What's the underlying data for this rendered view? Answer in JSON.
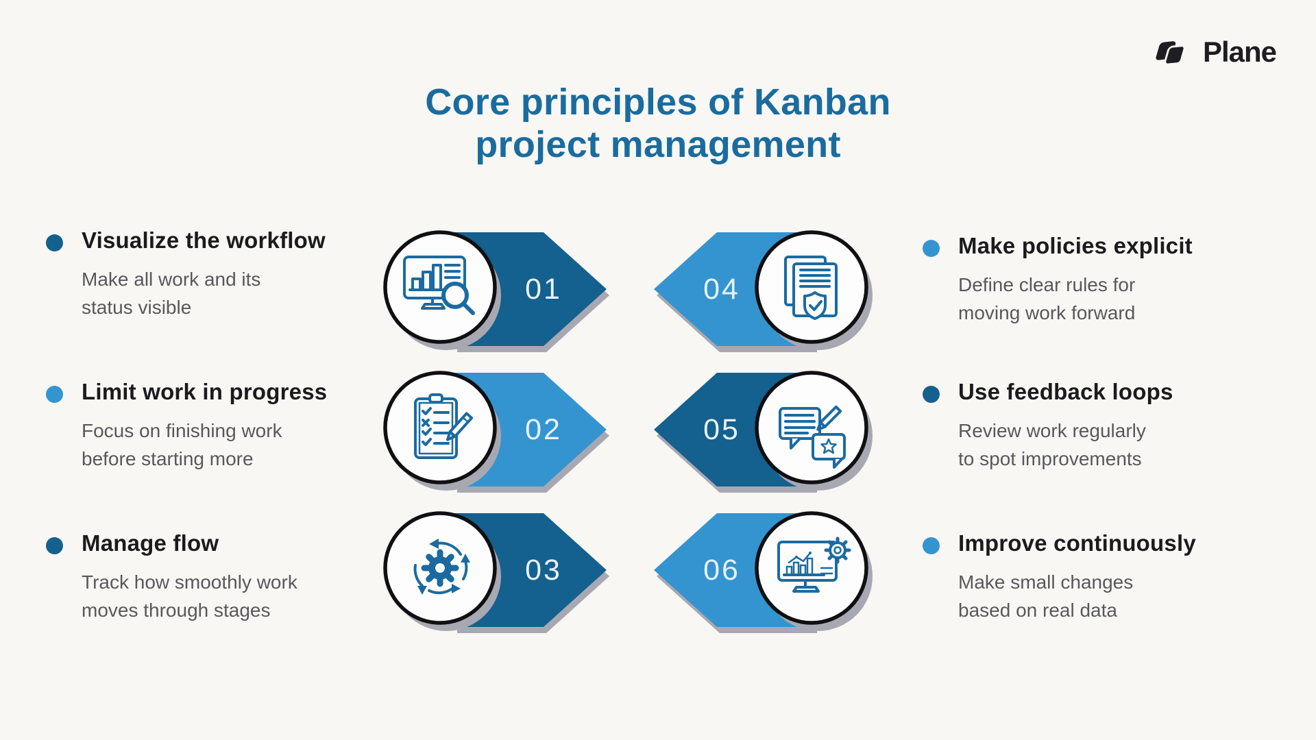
{
  "brand": {
    "name": "Plane",
    "logo_icon": "plane-logo-icon"
  },
  "title": {
    "line1": "Core principles of Kanban",
    "line2": "project management"
  },
  "principles": [
    {
      "number": "01",
      "heading": "Visualize the workflow",
      "description": "Make all work and its\nstatus visible",
      "icon": "monitor-search-icon",
      "accent": "dark",
      "side": "left"
    },
    {
      "number": "02",
      "heading": "Limit work in progress",
      "description": "Focus on finishing work\nbefore starting more",
      "icon": "clipboard-checklist-icon",
      "accent": "light",
      "side": "left"
    },
    {
      "number": "03",
      "heading": "Manage flow",
      "description": "Track how smoothly work\nmoves through stages",
      "icon": "gear-cycle-icon",
      "accent": "dark",
      "side": "left"
    },
    {
      "number": "04",
      "heading": "Make policies explicit",
      "description": "Define clear rules for\nmoving work forward",
      "icon": "documents-shield-icon",
      "accent": "light",
      "side": "right"
    },
    {
      "number": "05",
      "heading": "Use feedback loops",
      "description": "Review work regularly\nto spot improvements",
      "icon": "feedback-chat-icon",
      "accent": "dark",
      "side": "right"
    },
    {
      "number": "06",
      "heading": "Improve continuously",
      "description": "Make small changes\nbased on real data",
      "icon": "monitor-gear-icon",
      "accent": "light",
      "side": "right"
    }
  ],
  "colors": {
    "dark_blue": "#14608e",
    "light_blue": "#3494d0",
    "title_blue": "#1a6c9e",
    "icon_stroke": "#1b6ba1",
    "background": "#f8f7f4",
    "shadow_gray": "#a8a8b2",
    "heading_text": "#1b1b1e",
    "body_text": "#58585c"
  }
}
